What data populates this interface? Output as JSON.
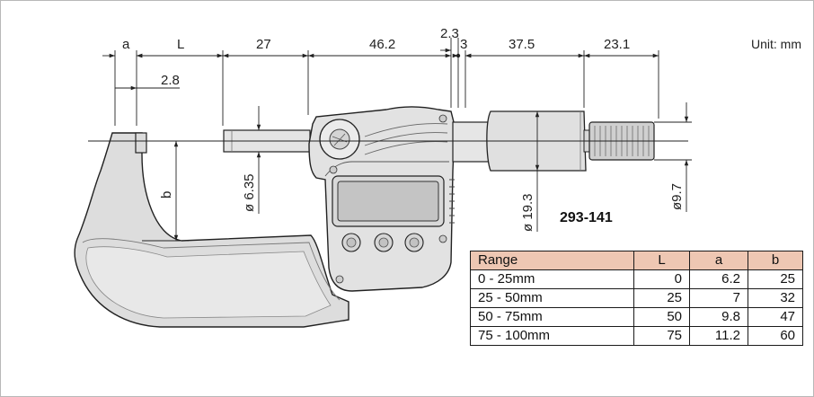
{
  "unit_label": "Unit: mm",
  "model_number": "293-141",
  "dimensions": {
    "a": "a",
    "L": "L",
    "d27": "27",
    "d46_2": "46.2",
    "d2_3": "2.3",
    "d3": "3",
    "d37_5": "37.5",
    "d23_1": "23.1",
    "d2_8": "2.8",
    "b": "b",
    "dia6_35": "ø 6.35",
    "dia19_3": "ø 19.3",
    "dia9_7": "ø9.7"
  },
  "table": {
    "headers": {
      "range": "Range",
      "L": "L",
      "a": "a",
      "b": "b"
    },
    "rows": [
      {
        "range": "0 - 25mm",
        "L": "0",
        "a": "6.2",
        "b": "25"
      },
      {
        "range": "25 - 50mm",
        "L": "25",
        "a": "7",
        "b": "32"
      },
      {
        "range": "50 - 75mm",
        "L": "50",
        "a": "9.8",
        "b": "47"
      },
      {
        "range": "75 - 100mm",
        "L": "75",
        "a": "11.2",
        "b": "60"
      }
    ]
  },
  "colors": {
    "frame_fill": "#dddddd",
    "body_fill": "#e4e4e4",
    "table_header": "#eec7b3"
  }
}
